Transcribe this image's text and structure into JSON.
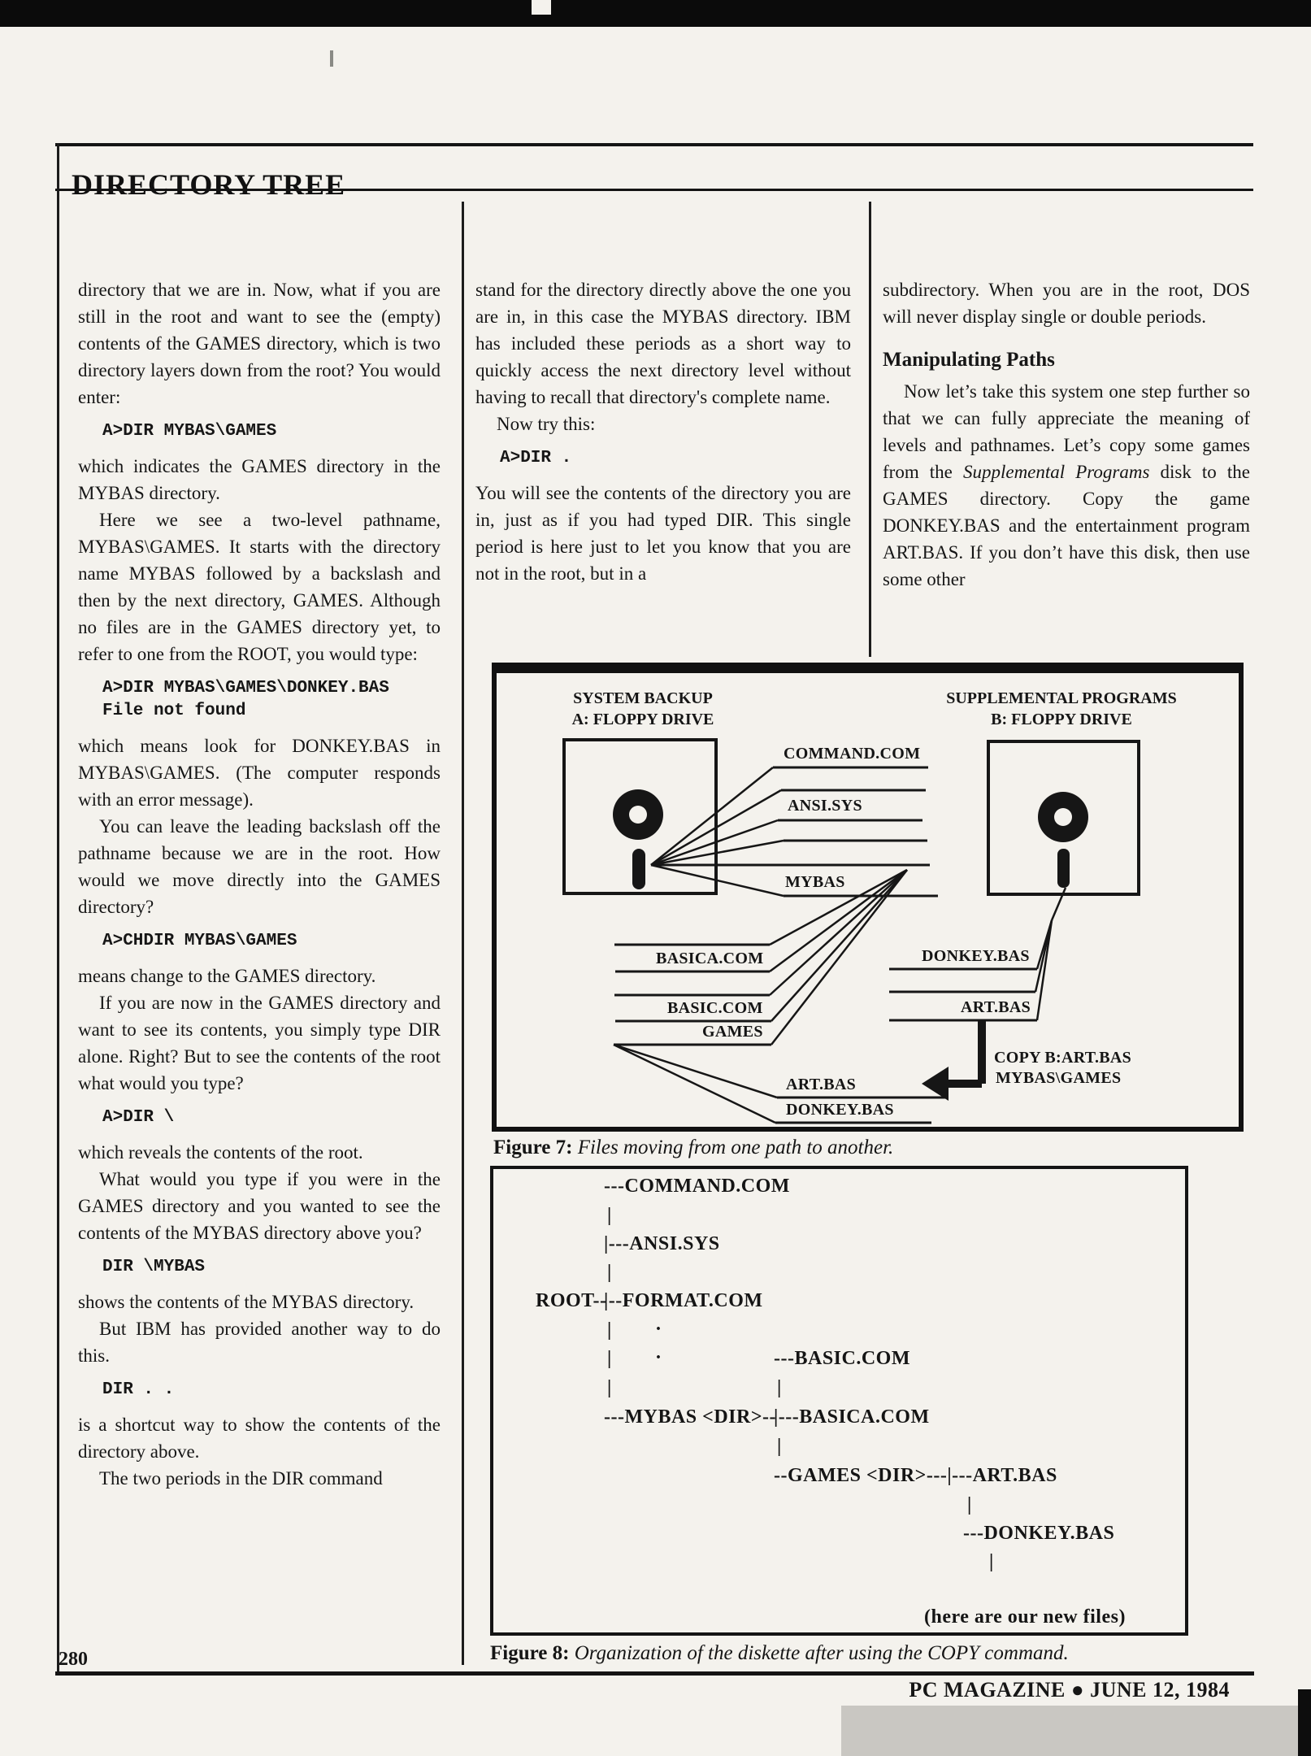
{
  "header": {
    "title": "DIRECTORY TREE"
  },
  "footer": {
    "page_number": "280",
    "magazine": "PC MAGAZINE ● JUNE 12, 1984"
  },
  "col1": {
    "p1": "directory that we are in. Now, what if you are still in the root and want to see the (empty) contents of the GAMES directory, which is two directory layers down from the root? You would enter:",
    "code1": "A>DIR MYBAS\\GAMES",
    "p2": "which indicates the GAMES directory in the MYBAS directory.",
    "p3": "Here we see a two-level pathname, MYBAS\\GAMES. It starts with the directory name MYBAS followed by a backslash and then by the next directory, GAMES. Although no files are in the GAMES directory yet, to refer to one from the ROOT, you would type:",
    "code2a": "A>DIR MYBAS\\GAMES\\DONKEY.BAS",
    "code2b": "File not found",
    "p4": "which means look for DONKEY.BAS in MYBAS\\GAMES. (The computer responds with an error message).",
    "p5": "You can leave the leading backslash off the pathname because we are in the root. How would we move directly into the GAMES directory?",
    "code3": "A>CHDIR MYBAS\\GAMES",
    "p6": "means change to the GAMES directory.",
    "p7": "If you are now in the GAMES directory and want to see its contents, you simply type DIR alone. Right? But to see the contents of the root what would you type?",
    "code4": "A>DIR \\",
    "p8": "which reveals the contents of the root.",
    "p9": "What would you type if you were in the GAMES directory and you wanted to see the contents of the MYBAS directory above you?",
    "code5": "DIR \\MYBAS",
    "p10": "shows the contents of the MYBAS directory.",
    "p11": "But IBM has provided another way to do this.",
    "code6": "DIR . .",
    "p12": "is a shortcut way to show the contents of the directory above.",
    "p13": "The two periods in the DIR command"
  },
  "col2": {
    "p1": "stand for the directory directly above the one you are in, in this case the MYBAS directory. IBM has included these periods as a short way to quickly access the next directory level without having to recall that directory's complete name.",
    "p2": "Now try this:",
    "code1": "A>DIR .",
    "p3": "You will see the contents of the directory you are in, just as if you had typed DIR. This single period is here just to let you know that you are not in the root, but in a"
  },
  "col3": {
    "p1": "subdirectory. When you are in the root, DOS will never display single or double periods.",
    "heading": "Manipulating Paths",
    "p2a": "Now let’s take this system one step further so that we can fully appreciate the meaning of levels and pathnames. Let’s copy some games from the ",
    "p2b": "Supplemental Programs",
    "p2c": " disk to the GAMES directory. Copy the game DONKEY.BAS and the entertainment program ART.BAS. If you don’t have this disk, then use some other"
  },
  "figure7": {
    "drive_a_line1": "SYSTEM BACKUP",
    "drive_a_line2": "A: FLOPPY DRIVE",
    "drive_b_line1": "SUPPLEMENTAL PROGRAMS",
    "drive_b_line2": "B: FLOPPY DRIVE",
    "files_a": {
      "command": "COMMAND.COM",
      "ansi": "ANSI.SYS",
      "mybas": "MYBAS",
      "basica": "BASICA.COM",
      "basic": "BASIC.COM",
      "games": "GAMES",
      "art": "ART.BAS",
      "donkey": "DONKEY.BAS"
    },
    "files_b": {
      "donkey": "DONKEY.BAS",
      "art": "ART.BAS"
    },
    "copy_line1": "COPY B:ART.BAS",
    "copy_line2": "MYBAS\\GAMES",
    "caption_label": "Figure 7:",
    "caption_text": " Files moving from one path to another."
  },
  "figure8": {
    "lines": {
      "l1": "---COMMAND.COM",
      "bar": "|",
      "dot": ".",
      "l2": "|---ANSI.SYS",
      "root": "ROOT--",
      "l3": "|--FORMAT.COM",
      "l4": "---BASIC.COM",
      "l5": "---MYBAS <DIR>--",
      "l6": "|---BASICA.COM",
      "l7": "--GAMES <DIR>---|---ART.BAS",
      "l8": "---DONKEY.BAS",
      "l9": "(here are our new files)"
    },
    "caption_label": "Figure 8:",
    "caption_text": " Organization of the diskette after using the COPY command."
  }
}
